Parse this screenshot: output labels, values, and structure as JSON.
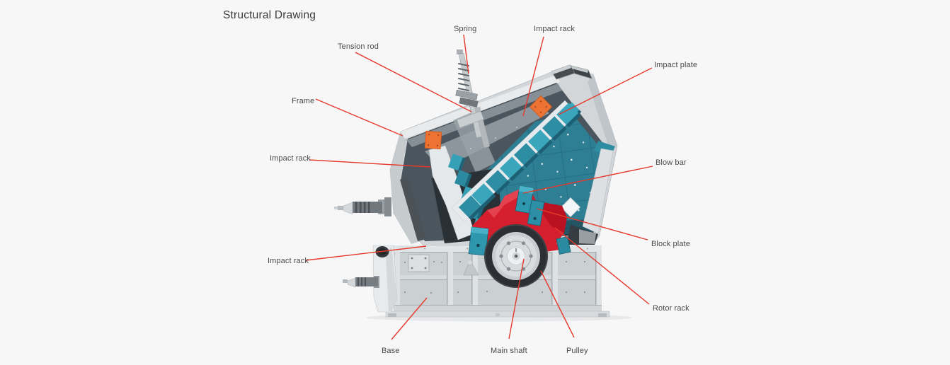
{
  "title": "Structural Drawing",
  "diagram": {
    "type": "annotated-technical-illustration",
    "subject": "Impact crusher structural cross-section",
    "leader_line_color": "#e5392c",
    "machine_colors": {
      "frame_light": "#d2d6d9",
      "interior_dark": "#4b555d",
      "liner_teal": "#2e7e94",
      "plate_teal": "#3aa6bc",
      "wear_plate_orange": "#ec7334",
      "rotor_red": "#d51f2e",
      "pulley_dark": "#2c2f33"
    },
    "labels": [
      {
        "id": "spring",
        "text": "Spring"
      },
      {
        "id": "impact-rack-top",
        "text": "Impact rack"
      },
      {
        "id": "tension-rod",
        "text": "Tension rod"
      },
      {
        "id": "impact-plate",
        "text": "Impact plate"
      },
      {
        "id": "frame",
        "text": "Frame"
      },
      {
        "id": "impact-rack-middle",
        "text": "Impact rack"
      },
      {
        "id": "blow-bar",
        "text": "Blow bar"
      },
      {
        "id": "block-plate",
        "text": "Block plate"
      },
      {
        "id": "impact-rack-bottom",
        "text": "Impact rack"
      },
      {
        "id": "rotor-rack",
        "text": "Rotor rack"
      },
      {
        "id": "base",
        "text": "Base"
      },
      {
        "id": "main-shaft",
        "text": "Main shaft"
      },
      {
        "id": "pulley",
        "text": "Pulley"
      }
    ]
  }
}
